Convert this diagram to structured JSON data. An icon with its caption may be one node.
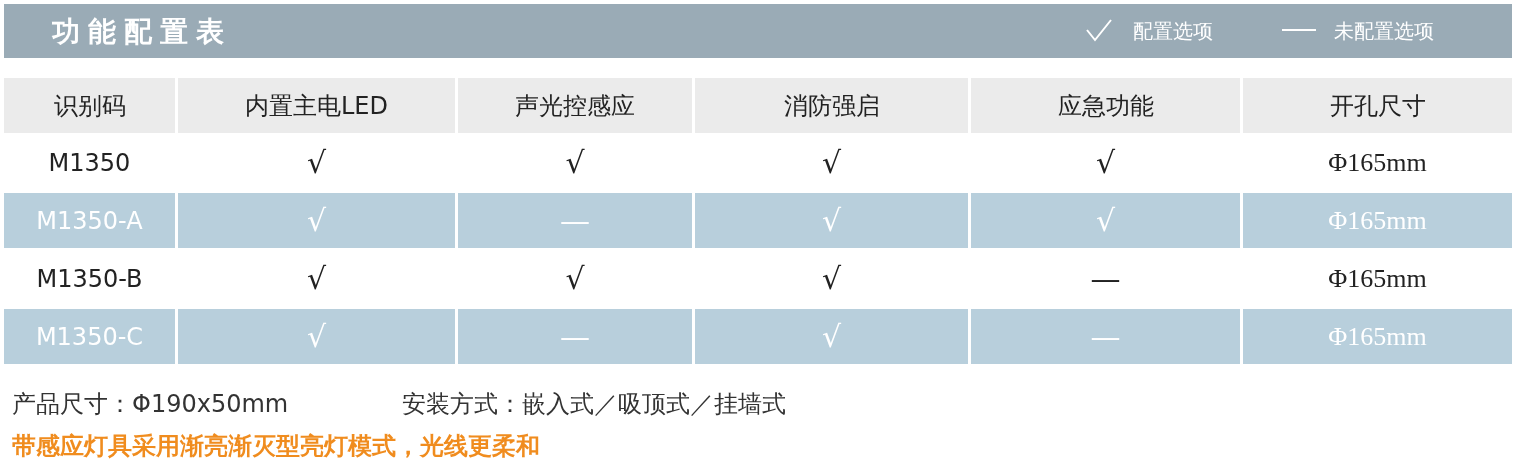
{
  "diagram": {
    "title": "功能配置表",
    "labels": [
      "识别码",
      "内置主电LED",
      "声光控感应",
      "消防强启",
      "应急功能",
      "开孔尺寸",
      "M1350",
      "√",
      "√",
      "√",
      "√",
      "Φ165mm",
      "M1350-A",
      "√",
      "—",
      "√",
      "√",
      "Φ165mm",
      "M1350-B",
      "√",
      "√",
      "√",
      "—",
      "Φ165mm",
      "M1350-C",
      "√",
      "—",
      "√",
      "—",
      "Φ165mm",
      "产品尺寸：Φ190x50mm",
      "安装方式：嵌入式／吸顶式／挂墙式",
      "带感应灯具采用渐亮渐灭型亮灯模式，光线更柔和"
    ],
    "legend": [
      {
        "text": "配置选项"
      },
      {
        "text": "未配置选项"
      }
    ]
  }
}
